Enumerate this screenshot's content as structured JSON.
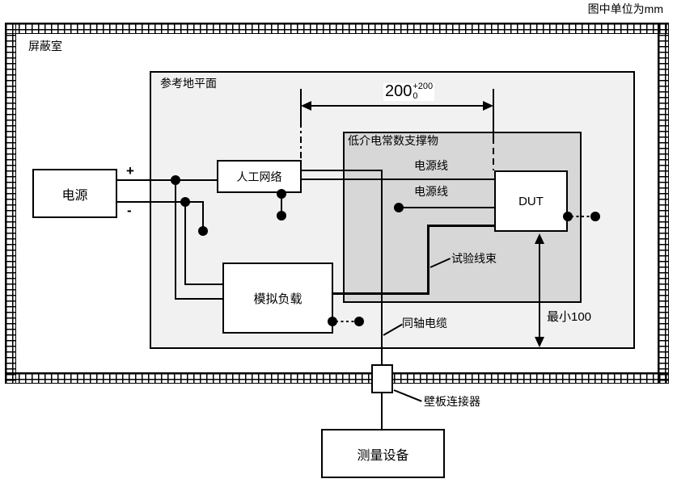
{
  "unit_note": "图中单位为mm",
  "shielded_room": {
    "label": "屏蔽室"
  },
  "ground_plane": {
    "label": "参考地平面"
  },
  "support": {
    "label": "低介电常数支撑物"
  },
  "dimension": {
    "nominal": "200",
    "upper_tolerance": "+200",
    "lower_tolerance": "0"
  },
  "min_clearance": {
    "label": "最小100"
  },
  "blocks": {
    "power_supply": {
      "label": "电源"
    },
    "artificial_network": {
      "label": "人工网络"
    },
    "simulated_load": {
      "label": "模拟负载"
    },
    "dut": {
      "label": "DUT"
    },
    "measurement_equipment": {
      "label": "测量设备"
    },
    "bulkhead_connector": {
      "label": "壁板连接器"
    }
  },
  "wires": {
    "power_line_top": "电源线",
    "power_line_bottom": "电源线",
    "test_harness": "试验线束",
    "coaxial_cable": "同轴电缆"
  },
  "polarity": {
    "plus": "+",
    "minus": "-"
  },
  "colors": {
    "line": "#000000",
    "ground_plane_fill": "#f1f1f1",
    "support_fill": "#d7d7d7",
    "background": "#ffffff"
  }
}
